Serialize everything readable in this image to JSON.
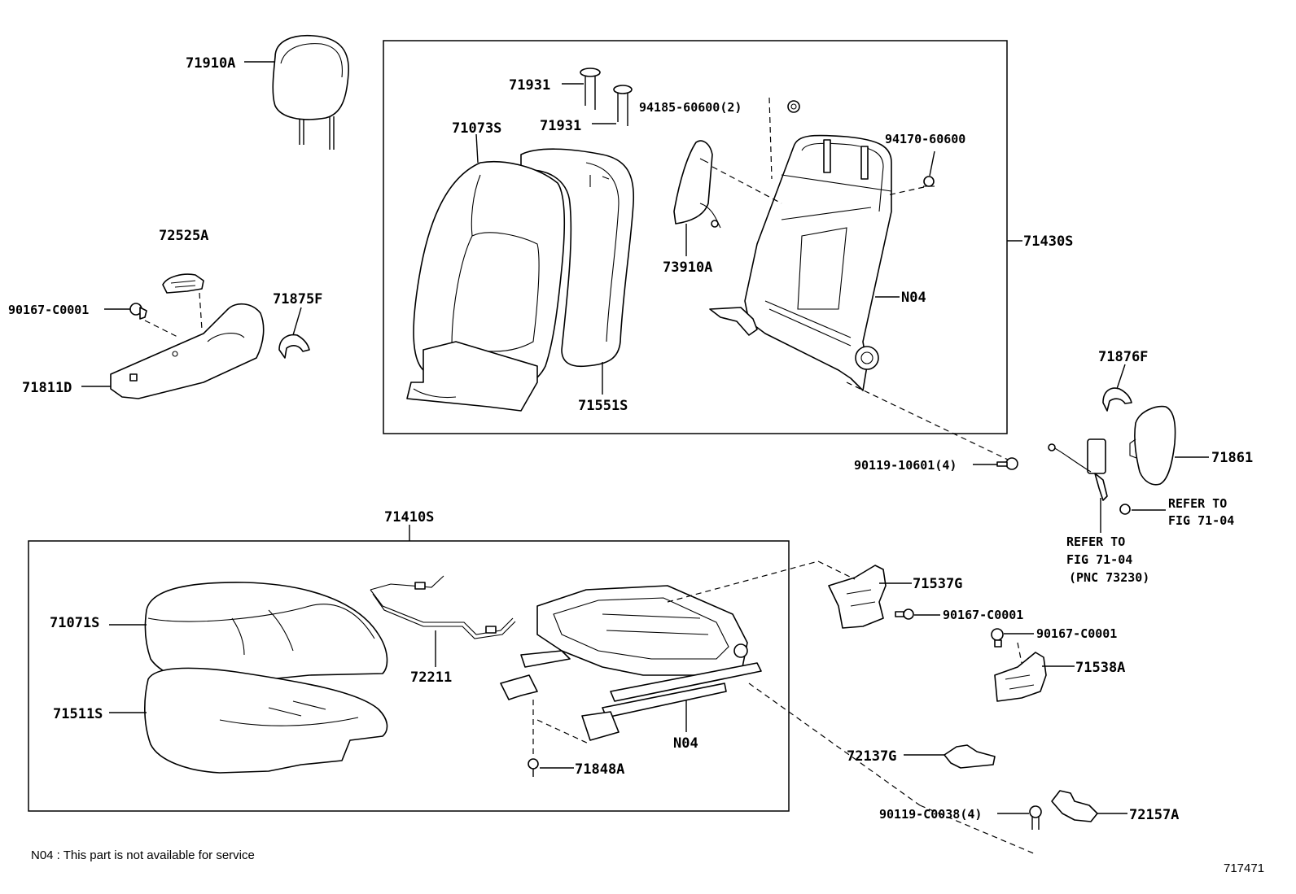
{
  "labels": {
    "l71910A": "71910A",
    "l71931a": "71931",
    "l71931b": "71931",
    "l94185": "94185-60600(2)",
    "l71073S": "71073S",
    "l94170": "94170-60600",
    "l72525A": "72525A",
    "l90167a": "90167-C0001",
    "l71875F": "71875F",
    "l71811D": "71811D",
    "l73910A": "73910A",
    "l71430S": "71430S",
    "lN04a": "N04",
    "l71551S": "71551S",
    "l71876F": "71876F",
    "l90119a": "90119-10601(4)",
    "l71861": "71861",
    "lRefer1a": "REFER TO",
    "lRefer1b": "FIG 71-04",
    "lRefer2a": "REFER TO",
    "lRefer2b": "FIG 71-04",
    "lRefer2c": "(PNC 73230)",
    "l71410S": "71410S",
    "l71537G": "71537G",
    "l71071S": "71071S",
    "l90167b": "90167-C0001",
    "l90167c": "90167-C0001",
    "l72211": "72211",
    "l71538A": "71538A",
    "l71511S": "71511S",
    "lN04b": "N04",
    "l72137G": "72137G",
    "l71848A": "71848A",
    "l90119b": "90119-C0038(4)",
    "l72157A": "72157A",
    "footnote": "N04 : This part is not available for service",
    "figno": "717471"
  }
}
